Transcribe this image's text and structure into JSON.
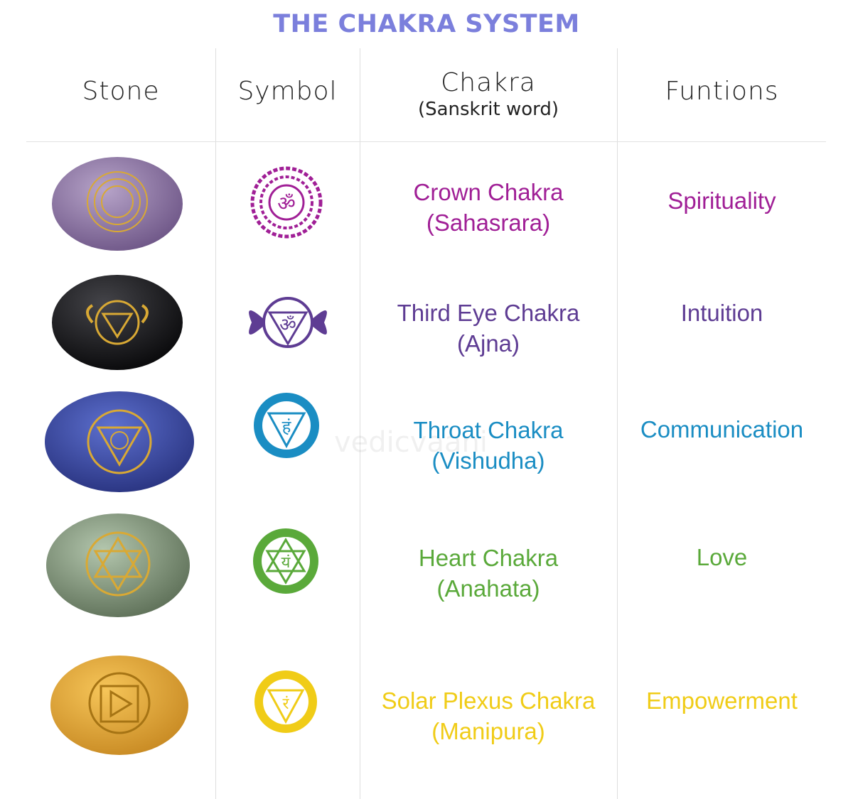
{
  "title": "THE CHAKRA SYSTEM",
  "headers": {
    "stone": "Stone",
    "symbol": "Symbol",
    "chakra": "Chakra",
    "chakra_sub": "(Sanskrit word)",
    "functions": "Funtions"
  },
  "watermark": "vedicvaani",
  "rows": [
    {
      "name": "Crown Chakra",
      "sanskrit": "(Sahasrara)",
      "function": "Spirituality",
      "color": "#a01f96",
      "stone_color": "#8d76a8",
      "symbol_glyph": "ॐ",
      "icon": "crown-chakra-icon"
    },
    {
      "name": "Third Eye Chakra",
      "sanskrit": "(Ajna)",
      "function": "Intuition",
      "color": "#5e3c93",
      "stone_color": "#1b1b1d",
      "symbol_glyph": "ॐ",
      "icon": "third-eye-chakra-icon"
    },
    {
      "name": "Throat Chakra",
      "sanskrit": "(Vishudha)",
      "function": "Communication",
      "color": "#1a8dc3",
      "stone_color": "#3a4bb0",
      "symbol_glyph": "हं",
      "icon": "throat-chakra-icon"
    },
    {
      "name": "Heart Chakra",
      "sanskrit": "(Anahata)",
      "function": "Love",
      "color": "#5aa93a",
      "stone_color": "#8fa88a",
      "symbol_glyph": "यं",
      "icon": "heart-chakra-icon"
    },
    {
      "name": "Solar Plexus Chakra",
      "sanskrit": "(Manipura)",
      "function": "Empowerment",
      "color": "#f0cc17",
      "stone_color": "#e4a534",
      "symbol_glyph": "रं",
      "icon": "solar-plexus-chakra-icon"
    }
  ]
}
